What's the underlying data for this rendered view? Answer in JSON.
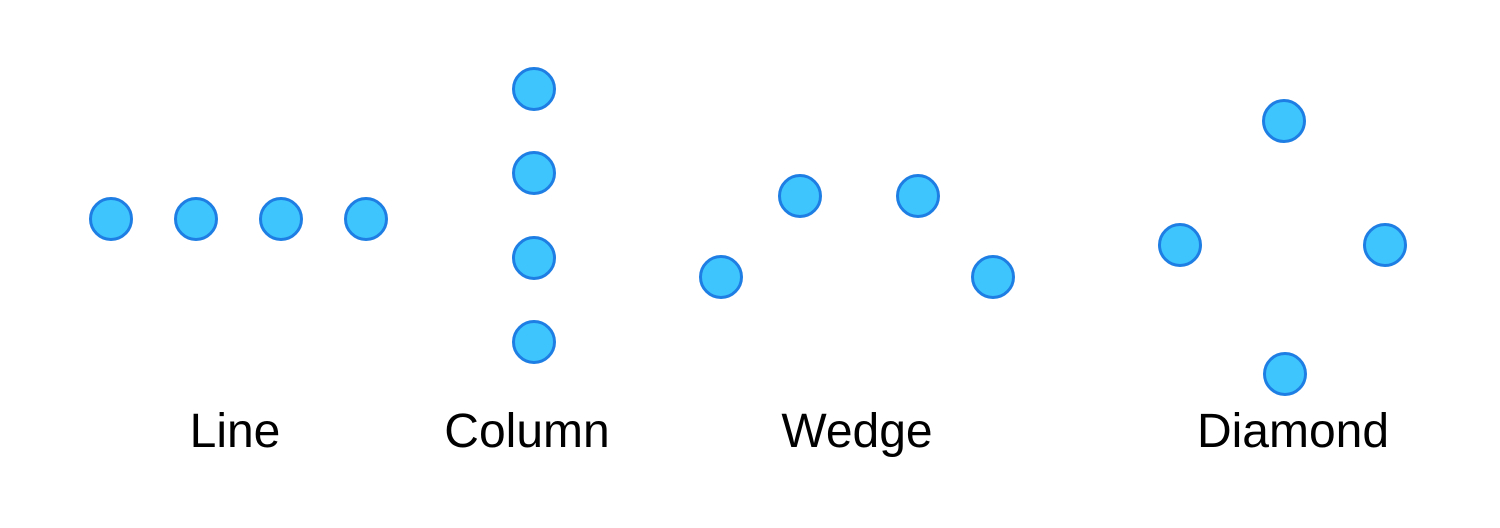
{
  "formations": [
    {
      "id": "line",
      "label": "Line"
    },
    {
      "id": "column",
      "label": "Column"
    },
    {
      "id": "wedge",
      "label": "Wedge"
    },
    {
      "id": "diamond",
      "label": "Diamond"
    }
  ],
  "colors": {
    "node_fill": "#3fc5fd",
    "node_border": "#1e7ee3",
    "label_text": "#000000",
    "background": "#ffffff"
  }
}
